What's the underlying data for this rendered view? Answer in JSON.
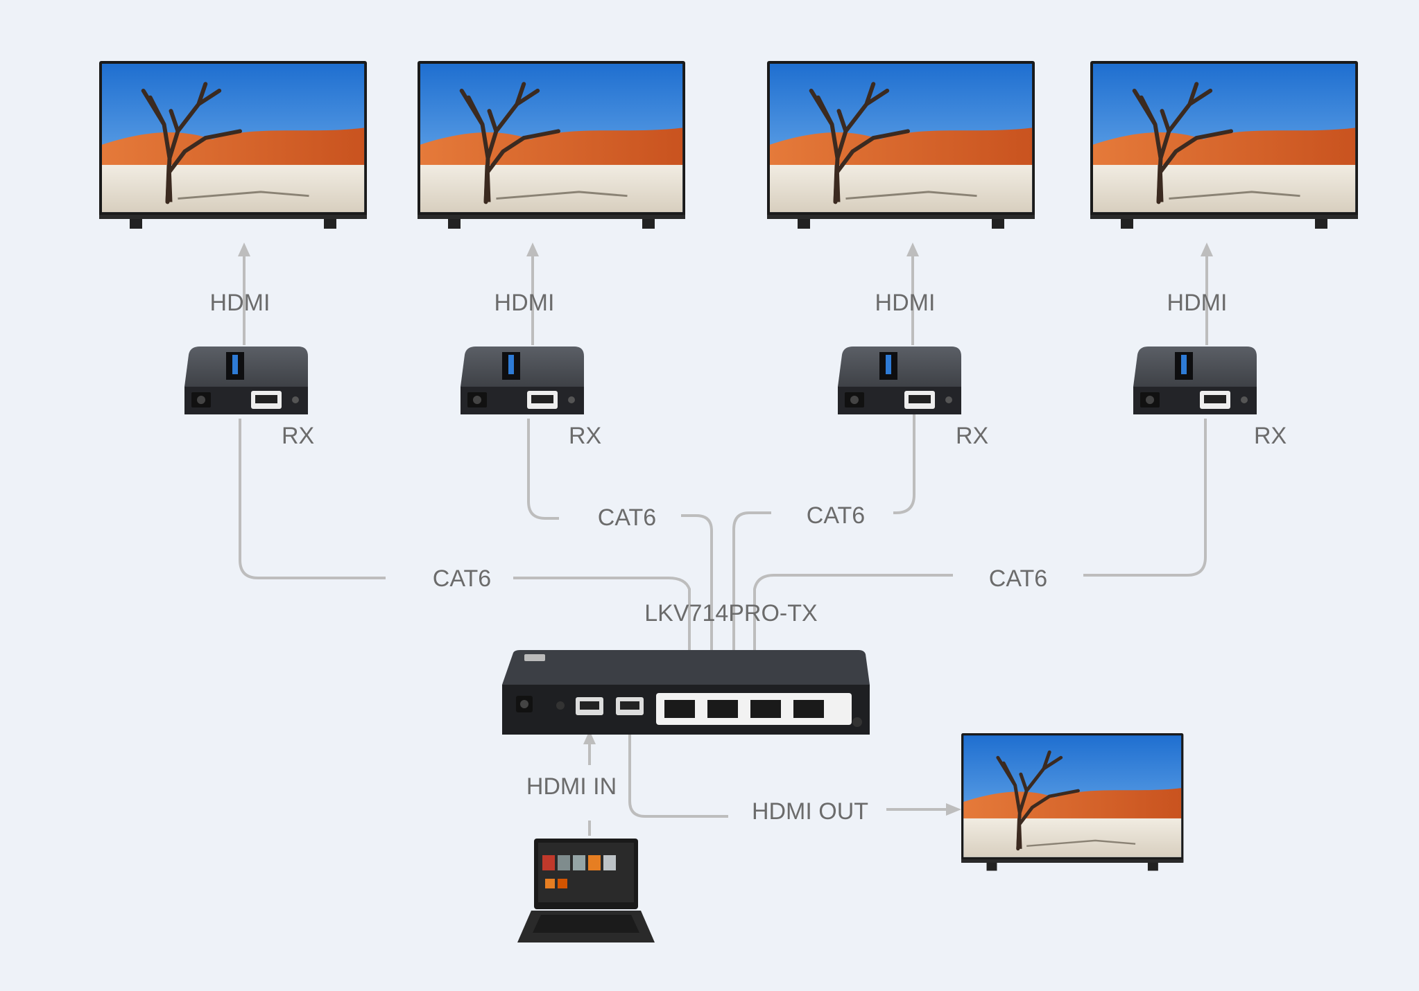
{
  "labels": {
    "hdmi": "HDMI",
    "rx": "RX",
    "cat6": "CAT6",
    "transmitter": "LKV714PRO-TX",
    "hdmi_in": "HDMI IN",
    "hdmi_out": "HDMI OUT"
  },
  "colors": {
    "background": "#eef2f8",
    "wire": "#bdbdbd",
    "label": "#6b6b6b",
    "device": "#3a3d42",
    "sky": "#2f7fd8",
    "dune": "#d9662c",
    "sand": "#e9e2d3"
  },
  "icons": [
    "tv-icon",
    "receiver-icon",
    "transmitter-icon",
    "laptop-icon",
    "arrow-up-icon",
    "arrow-right-icon"
  ]
}
